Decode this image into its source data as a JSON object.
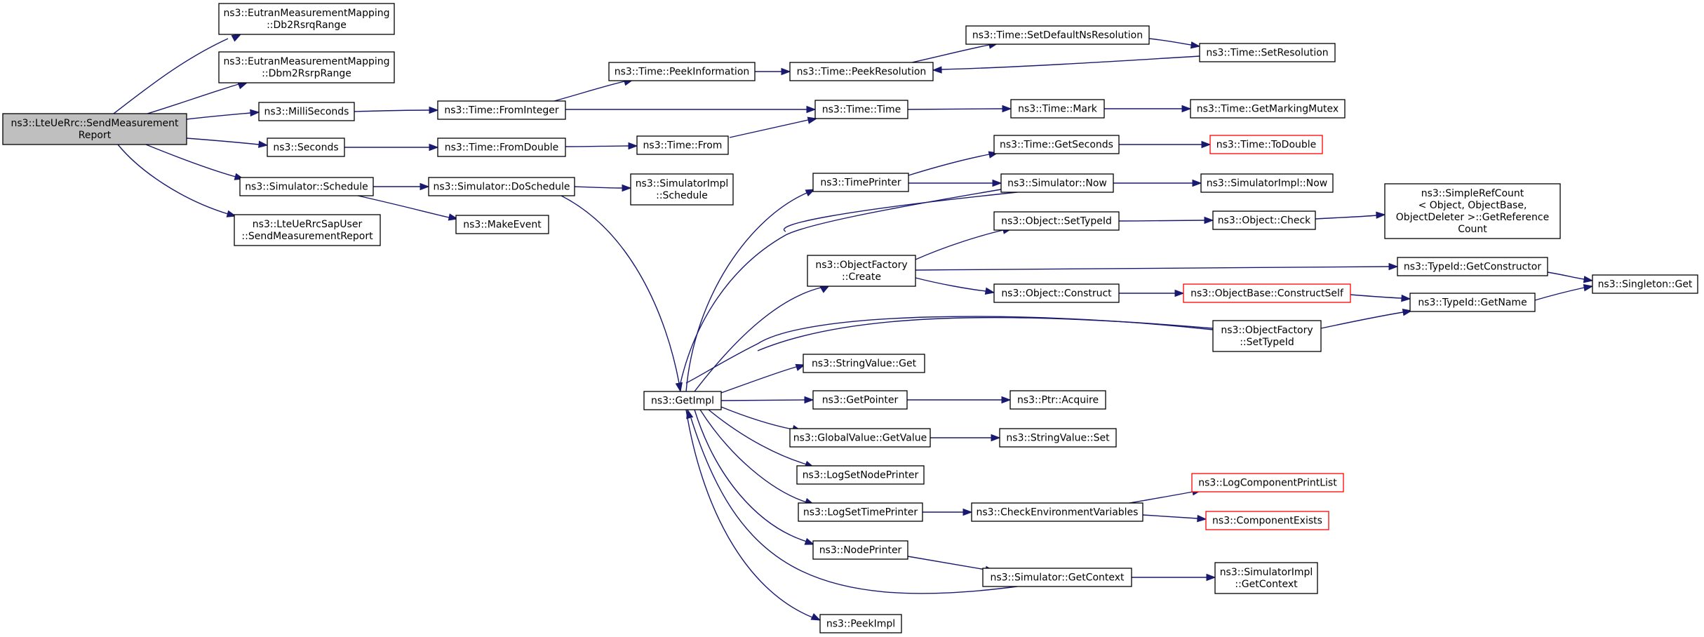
{
  "diagram": {
    "colors": {
      "edge": "#191970",
      "node_border": "#000000",
      "truncated_border": "#ff0000",
      "root_fill": "#bfbfbf"
    },
    "nodes": [
      {
        "id": "root",
        "lines": [
          "ns3::LteUeRrc::SendMeasurement",
          "Report"
        ],
        "kind": "root"
      },
      {
        "id": "db2rsrq",
        "lines": [
          "ns3::EutranMeasurementMapping",
          "::Db2RsrqRange"
        ]
      },
      {
        "id": "dbm2rsrp",
        "lines": [
          "ns3::EutranMeasurementMapping",
          "::Dbm2RsrpRange"
        ]
      },
      {
        "id": "milli",
        "lines": [
          "ns3::MilliSeconds"
        ]
      },
      {
        "id": "seconds",
        "lines": [
          "ns3::Seconds"
        ]
      },
      {
        "id": "schedule",
        "lines": [
          "ns3::Simulator::Schedule"
        ]
      },
      {
        "id": "sapuser",
        "lines": [
          "ns3::LteUeRrcSapUser",
          "::SendMeasurementReport"
        ]
      },
      {
        "id": "frominteger",
        "lines": [
          "ns3::Time::FromInteger"
        ]
      },
      {
        "id": "fromdouble",
        "lines": [
          "ns3::Time::FromDouble"
        ]
      },
      {
        "id": "doschedule",
        "lines": [
          "ns3::Simulator::DoSchedule"
        ]
      },
      {
        "id": "makeevent",
        "lines": [
          "ns3::MakeEvent"
        ]
      },
      {
        "id": "peekinfo",
        "lines": [
          "ns3::Time::PeekInformation"
        ]
      },
      {
        "id": "from",
        "lines": [
          "ns3::Time::From"
        ]
      },
      {
        "id": "simimplschedule",
        "lines": [
          "ns3::SimulatorImpl",
          "::Schedule"
        ]
      },
      {
        "id": "peekres",
        "lines": [
          "ns3::Time::PeekResolution"
        ]
      },
      {
        "id": "time",
        "lines": [
          "ns3::Time::Time"
        ]
      },
      {
        "id": "setdefault",
        "lines": [
          "ns3::Time::SetDefaultNsResolution"
        ]
      },
      {
        "id": "setres",
        "lines": [
          "ns3::Time::SetResolution"
        ]
      },
      {
        "id": "mark",
        "lines": [
          "ns3::Time::Mark"
        ]
      },
      {
        "id": "mutex",
        "lines": [
          "ns3::Time::GetMarkingMutex"
        ]
      },
      {
        "id": "getimpl",
        "lines": [
          "ns3::GetImpl"
        ]
      },
      {
        "id": "timeprinter",
        "lines": [
          "ns3::TimePrinter"
        ]
      },
      {
        "id": "ofcreate",
        "lines": [
          "ns3::ObjectFactory",
          "::Create"
        ]
      },
      {
        "id": "stringget",
        "lines": [
          "ns3::StringValue::Get"
        ]
      },
      {
        "id": "getpointer",
        "lines": [
          "ns3::GetPointer"
        ]
      },
      {
        "id": "gvget",
        "lines": [
          "ns3::GlobalValue::GetValue"
        ]
      },
      {
        "id": "logsetnode",
        "lines": [
          "ns3::LogSetNodePrinter"
        ]
      },
      {
        "id": "logsettime",
        "lines": [
          "ns3::LogSetTimePrinter"
        ]
      },
      {
        "id": "nodeprinter",
        "lines": [
          "ns3::NodePrinter"
        ]
      },
      {
        "id": "peekimpl",
        "lines": [
          "ns3::PeekImpl"
        ]
      },
      {
        "id": "getseconds",
        "lines": [
          "ns3::Time::GetSeconds"
        ]
      },
      {
        "id": "todouble",
        "lines": [
          "ns3::Time::ToDouble"
        ],
        "kind": "truncated"
      },
      {
        "id": "simnow",
        "lines": [
          "ns3::Simulator::Now"
        ]
      },
      {
        "id": "simimplnow",
        "lines": [
          "ns3::SimulatorImpl::Now"
        ]
      },
      {
        "id": "settypeid",
        "lines": [
          "ns3::Object::SetTypeId"
        ]
      },
      {
        "id": "objcheck",
        "lines": [
          "ns3::Object::Check"
        ]
      },
      {
        "id": "refcount",
        "lines": [
          "ns3::SimpleRefCount",
          "< Object, ObjectBase,",
          " ObjectDeleter >::GetReference",
          "Count"
        ]
      },
      {
        "id": "getctor",
        "lines": [
          "ns3::TypeId::GetConstructor"
        ]
      },
      {
        "id": "singleton",
        "lines": [
          "ns3::Singleton::Get"
        ]
      },
      {
        "id": "objconstruct",
        "lines": [
          "ns3::Object::Construct"
        ]
      },
      {
        "id": "constructself",
        "lines": [
          "ns3::ObjectBase::ConstructSelf"
        ],
        "kind": "truncated"
      },
      {
        "id": "getname",
        "lines": [
          "ns3::TypeId::GetName"
        ]
      },
      {
        "id": "ofsettypeid",
        "lines": [
          "ns3::ObjectFactory",
          "::SetTypeId"
        ]
      },
      {
        "id": "ptracquire",
        "lines": [
          "ns3::Ptr::Acquire"
        ]
      },
      {
        "id": "stringset",
        "lines": [
          "ns3::StringValue::Set"
        ]
      },
      {
        "id": "checkenv",
        "lines": [
          "ns3::CheckEnvironmentVariables"
        ]
      },
      {
        "id": "logprint",
        "lines": [
          "ns3::LogComponentPrintList"
        ],
        "kind": "truncated"
      },
      {
        "id": "compexists",
        "lines": [
          "ns3::ComponentExists"
        ],
        "kind": "truncated"
      },
      {
        "id": "getcontext",
        "lines": [
          "ns3::Simulator::GetContext"
        ]
      },
      {
        "id": "simimplctx",
        "lines": [
          "ns3::SimulatorImpl",
          "::GetContext"
        ]
      }
    ]
  }
}
